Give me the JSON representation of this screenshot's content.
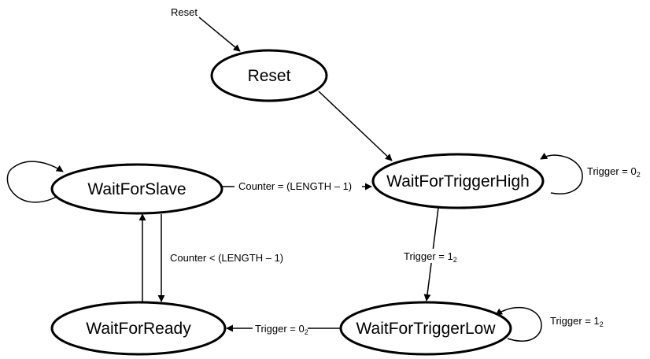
{
  "states": {
    "reset": "Reset",
    "wait_for_slave": "WaitForSlave",
    "wait_for_trigger_high": "WaitForTriggerHigh",
    "wait_for_ready": "WaitForReady",
    "wait_for_trigger_low": "WaitForTriggerLow"
  },
  "transitions": {
    "reset_input": "Reset",
    "slave_to_trigger_high": "Counter = (LENGTH – 1)",
    "slave_to_ready": "Counter < (LENGTH – 1)",
    "trigger_high_self_main": "Trigger = 0",
    "trigger_high_self_sub": "2",
    "trigger_high_to_low_main": "Trigger = 1",
    "trigger_high_to_low_sub": "2",
    "trigger_low_self_main": "Trigger = 1",
    "trigger_low_self_sub": "2",
    "trigger_low_to_ready_main": "Trigger = 0",
    "trigger_low_to_ready_sub": "2"
  },
  "colors": {
    "stroke": "#000000",
    "background": "#ffffff"
  }
}
